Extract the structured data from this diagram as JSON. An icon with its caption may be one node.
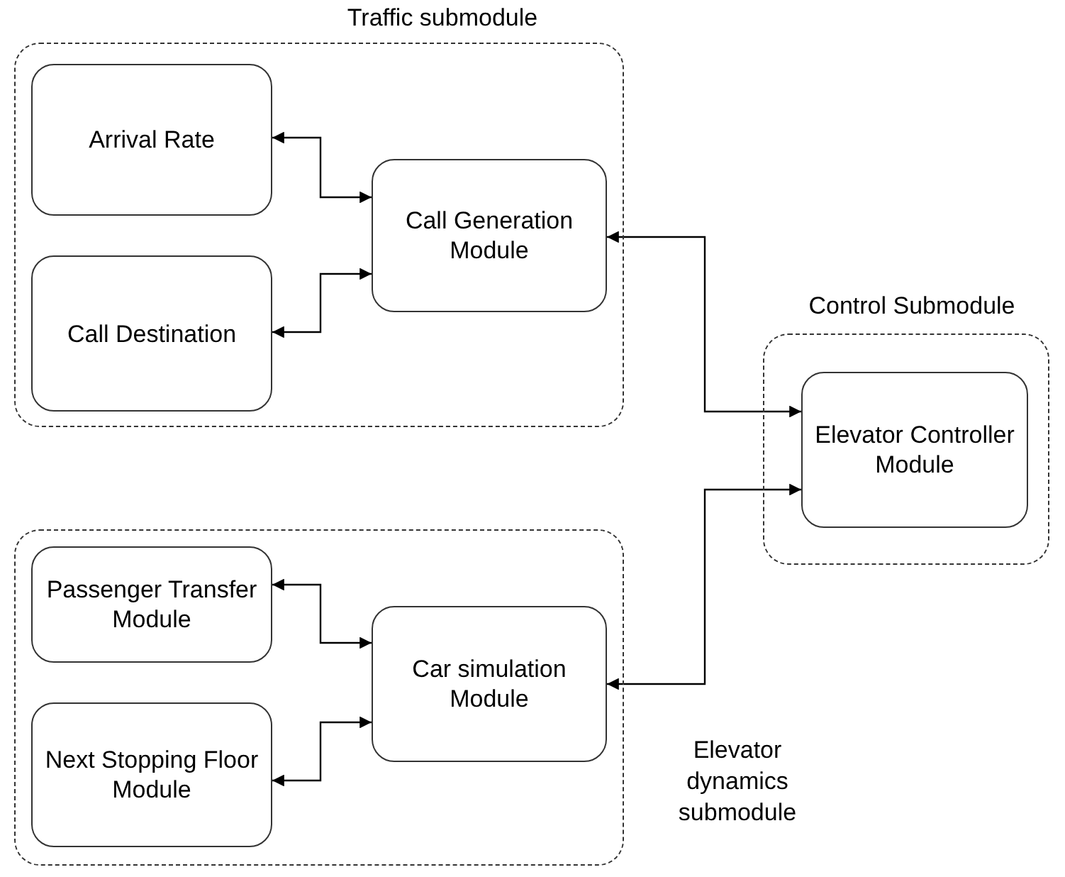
{
  "diagram": {
    "nodes": [
      {
        "text": [
          "Traffic submodule"
        ]
      },
      {
        "text": [
          "Arrival Rate"
        ],
        "in": 0
      },
      {
        "text": [
          "Call Destination"
        ],
        "in": 0
      },
      {
        "text": [
          "Call Generation Module"
        ],
        "in": 0
      },
      {
        "text": [
          "Elevator dynamics submodule"
        ]
      },
      {
        "text": [
          "Passenger Transfer Module"
        ],
        "in": 4
      },
      {
        "text": [
          "Next Stopping Floor Module"
        ],
        "in": 4
      },
      {
        "text": [
          "Car simulation Module"
        ],
        "in": 4
      },
      {
        "text": [
          "Control Submodule"
        ]
      },
      {
        "text": [
          "Elevator Controller Module"
        ],
        "in": 8
      }
    ],
    "edges": [
      {
        "from": 3,
        "to": 1,
        "arrow": "both"
      },
      {
        "from": 3,
        "to": 2,
        "arrow": "both"
      },
      {
        "from": 9,
        "to": 3,
        "arrow": "both"
      },
      {
        "from": 9,
        "to": 7,
        "arrow": "both"
      },
      {
        "from": 7,
        "to": 5,
        "arrow": "both"
      },
      {
        "from": 7,
        "to": 6,
        "arrow": "both"
      }
    ]
  }
}
